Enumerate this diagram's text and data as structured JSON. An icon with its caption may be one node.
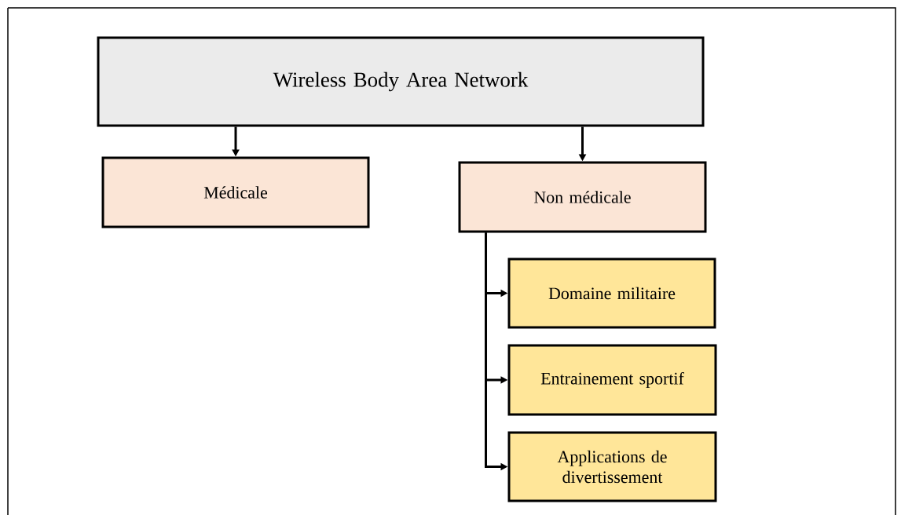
{
  "diagram": {
    "nodes": [
      {
        "text": [
          "Wireless Body Area Network"
        ]
      },
      {
        "text": [
          "Médicale"
        ]
      },
      {
        "text": [
          "Non médicale"
        ]
      },
      {
        "text": [
          "Domaine militaire"
        ]
      },
      {
        "text": [
          "Entrainement sportif"
        ]
      },
      {
        "text": [
          "Applications de divertissement"
        ]
      }
    ],
    "edges": [
      {
        "from": 0,
        "to": 1,
        "arrow": "to"
      },
      {
        "from": 0,
        "to": 2,
        "arrow": "to"
      },
      {
        "from": 2,
        "to": 3,
        "arrow": "to"
      },
      {
        "from": 2,
        "to": 4,
        "arrow": "to"
      },
      {
        "from": 2,
        "to": 5,
        "arrow": "to"
      }
    ]
  }
}
